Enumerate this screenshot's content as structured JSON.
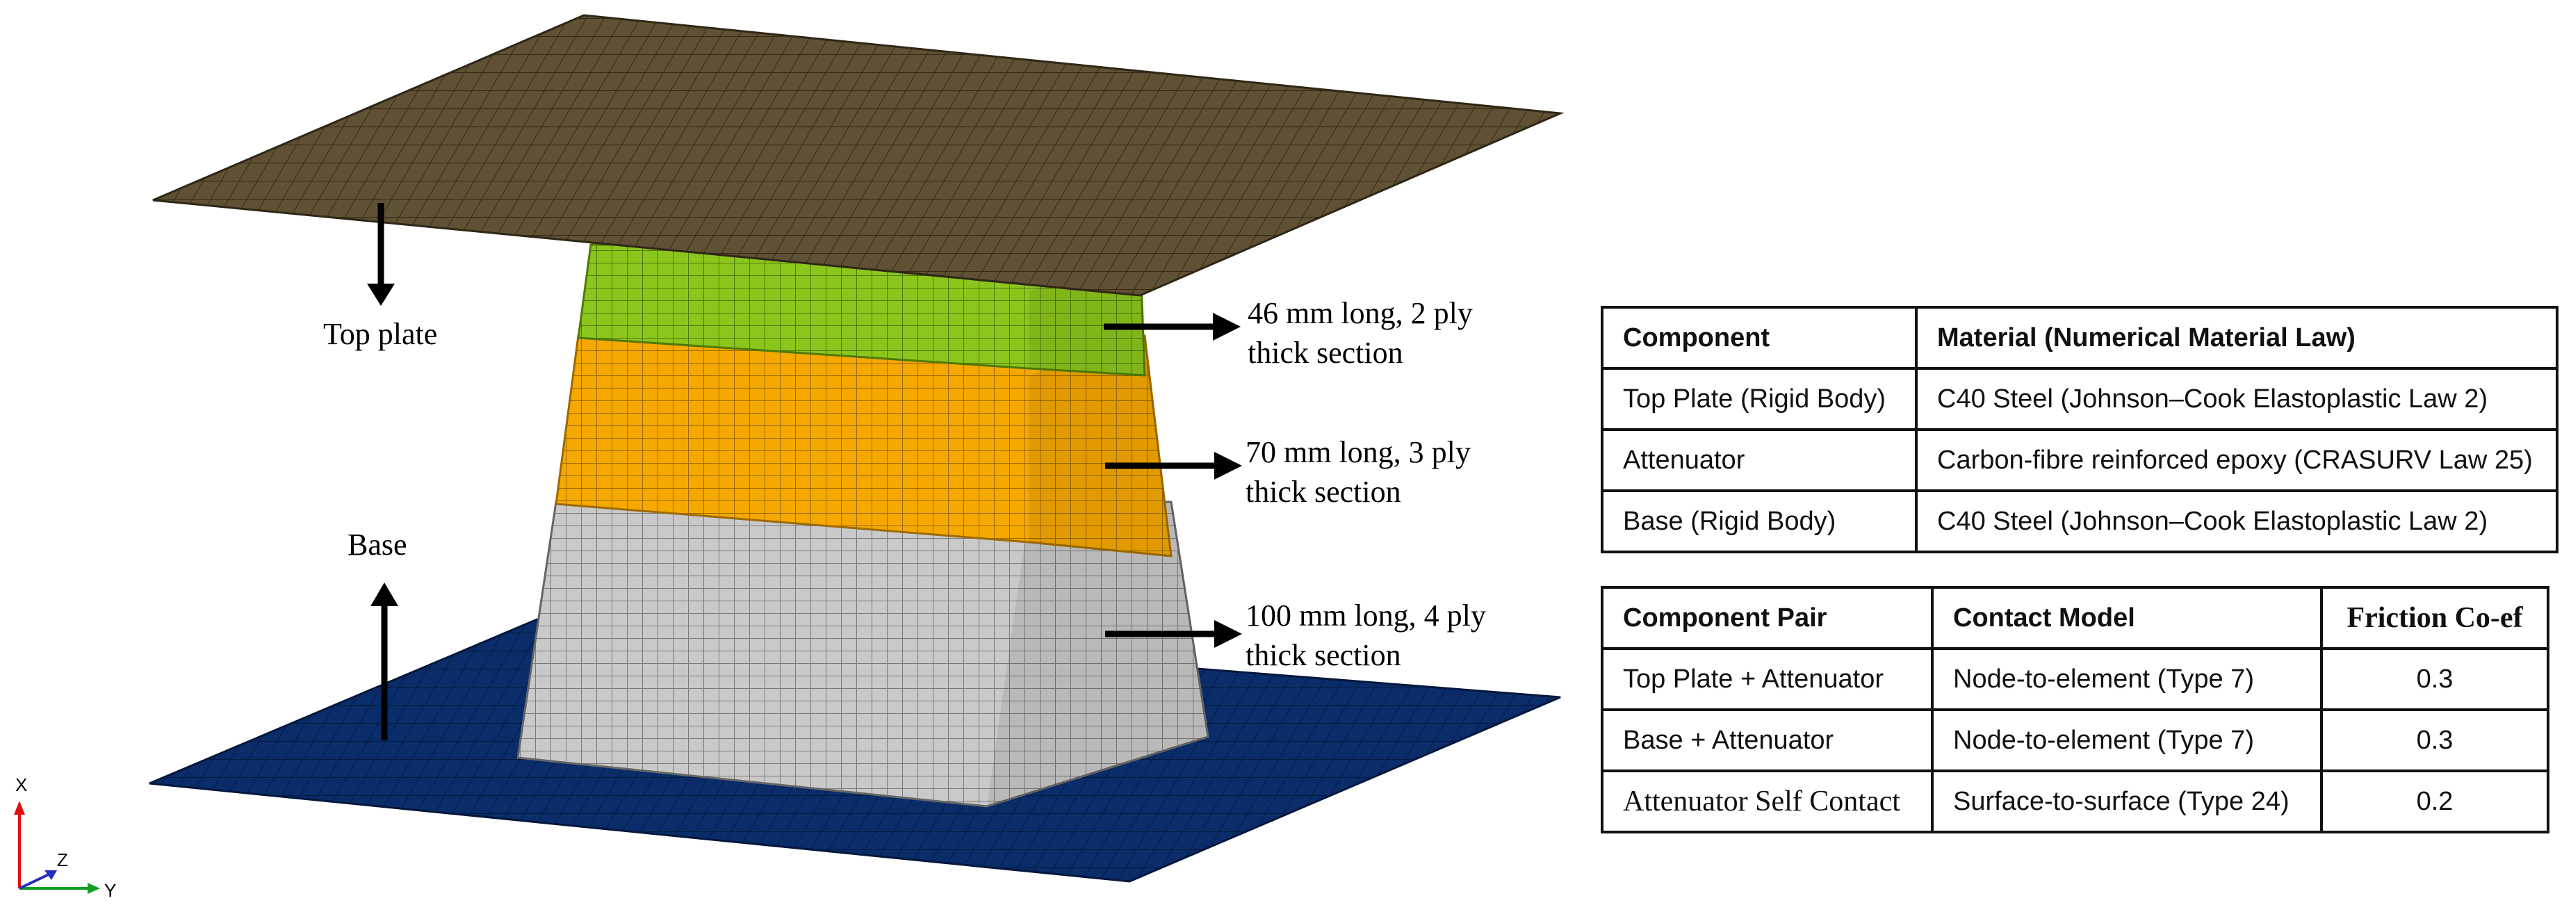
{
  "labels": {
    "top_plate": "Top plate",
    "base": "Base",
    "section_46": [
      "46 mm long, 2 ply",
      "thick section"
    ],
    "section_70": [
      "70 mm long, 3 ply",
      "thick section"
    ],
    "section_100": [
      "100 mm long, 4 ply",
      "thick section"
    ]
  },
  "axes": {
    "x": "X",
    "y": "Y",
    "z": "Z"
  },
  "colors": {
    "top_plate": "#5f5133",
    "base_plate": "#0a2d6a",
    "section_46": "#8bc61c",
    "section_70": "#f5a800",
    "section_100": "#c9c9c9"
  },
  "materials_table": {
    "headers": [
      "Component",
      "Material (Numerical Material Law)"
    ],
    "rows": [
      [
        "Top Plate (Rigid Body)",
        "C40 Steel (Johnson–Cook Elastoplastic Law 2)"
      ],
      [
        "Attenuator",
        "Carbon-fibre reinforced epoxy (CRASURV Law 25)"
      ],
      [
        "Base (Rigid Body)",
        "C40 Steel (Johnson–Cook Elastoplastic Law 2)"
      ]
    ]
  },
  "contact_table": {
    "headers": [
      "Component Pair",
      "Contact Model",
      "Friction Co-ef"
    ],
    "rows": [
      [
        "Top Plate + Attenuator",
        "Node-to-element (Type 7)",
        "0.3"
      ],
      [
        "Base + Attenuator",
        "Node-to-element (Type 7)",
        "0.3"
      ],
      [
        "Attenuator Self Contact",
        "Surface-to-surface (Type 24)",
        "0.2"
      ]
    ]
  }
}
